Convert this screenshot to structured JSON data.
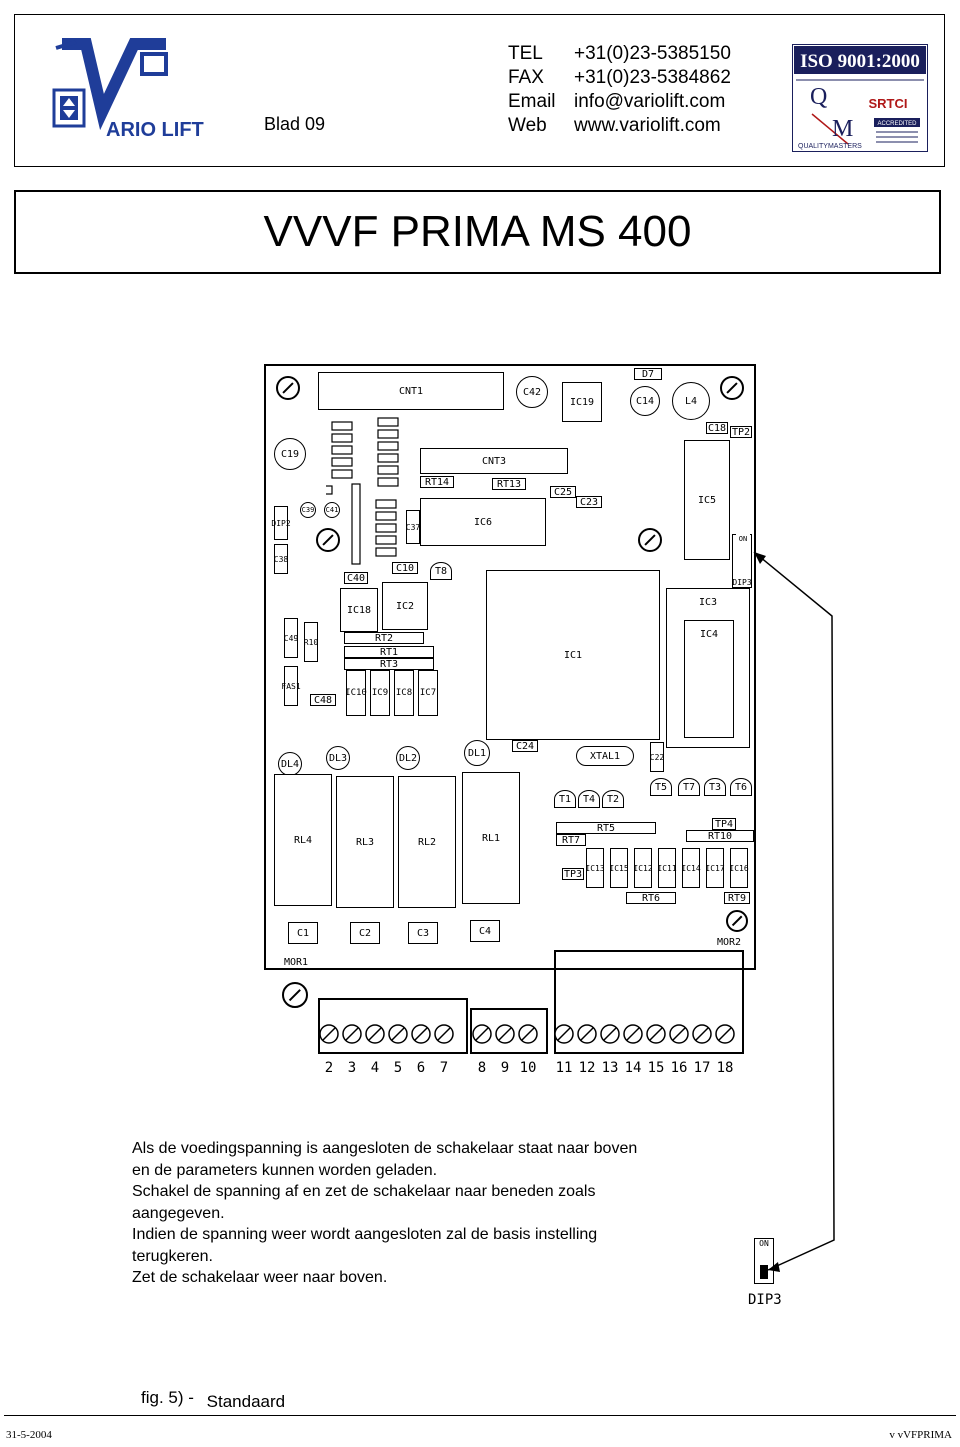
{
  "header": {
    "logo_text": "ARIO LIFT",
    "page_label": "Blad 09",
    "contact": [
      {
        "key": "TEL",
        "value": "+31(0)23-5385150"
      },
      {
        "key": "FAX",
        "value": "+31(0)23-5384862"
      },
      {
        "key": "Email",
        "value": "info@variolift.com"
      },
      {
        "key": "Web",
        "value": "www.variolift.com"
      }
    ],
    "iso_text": "ISO 9001:2000",
    "iso_marks": [
      "QUALITYMASTERS",
      "SRTCI",
      "ACCREDITED"
    ]
  },
  "title": "VVVF PRIMA  MS 400",
  "pcb": {
    "labels": [
      "CNT1",
      "C42",
      "IC19",
      "D7",
      "C14",
      "L4",
      "C19",
      "C18",
      "TP2",
      "CNT3",
      "RT14",
      "RT13",
      "IC5",
      "IC6",
      "C25",
      "C23",
      "C37",
      "DIP2",
      "C39",
      "C41",
      "C38",
      "C10",
      "T8",
      "IC18",
      "IC2",
      "C40",
      "C49",
      "R10",
      "RT2",
      "RT1",
      "RT3",
      "IC1",
      "IC3",
      "IC4",
      "DIP3",
      "FAS1",
      "C48",
      "IC10",
      "IC9",
      "IC8",
      "IC7",
      "C24",
      "XTAL1",
      "C22",
      "DL4",
      "DL3",
      "DL2",
      "DL1",
      "T5",
      "T7",
      "T3",
      "T6",
      "T1",
      "T4",
      "T2",
      "TP4",
      "RT5",
      "RT7",
      "RT10",
      "TP3",
      "IC13",
      "IC15",
      "IC12",
      "IC11",
      "IC14",
      "IC17",
      "IC16",
      "RT6",
      "RT9",
      "RL4",
      "RL3",
      "RL2",
      "RL1",
      "C1",
      "C2",
      "C3",
      "C4",
      "MOR1",
      "MOR2",
      "ON"
    ],
    "terminals": [
      "2",
      "3",
      "4",
      "5",
      "6",
      "7",
      "8",
      "9",
      "10",
      "11",
      "12",
      "13",
      "14",
      "15",
      "16",
      "17",
      "18"
    ],
    "dip_label": "DIP3",
    "dip_on": "ON"
  },
  "text_lines": [
    "Als de voedingspanning is aangesloten de schakelaar staat naar boven",
    "en de parameters kunnen worden geladen.",
    "Schakel de spanning af en zet de schakelaar naar beneden zoals",
    "aangegeven.",
    "Indien de spanning weer wordt aangesloten zal de basis instelling",
    "terugkeren.",
    "Zet de schakelaar weer naar boven."
  ],
  "figure": {
    "label": "fig. 5) -",
    "caption": "Standaard"
  },
  "footer": {
    "date": "31-5-2004",
    "doc": "v vVFPRIMA"
  },
  "colors": {
    "logo_blue": "#1f3d99",
    "iso_navy": "#1a1f5c",
    "iso_red": "#b01818"
  }
}
